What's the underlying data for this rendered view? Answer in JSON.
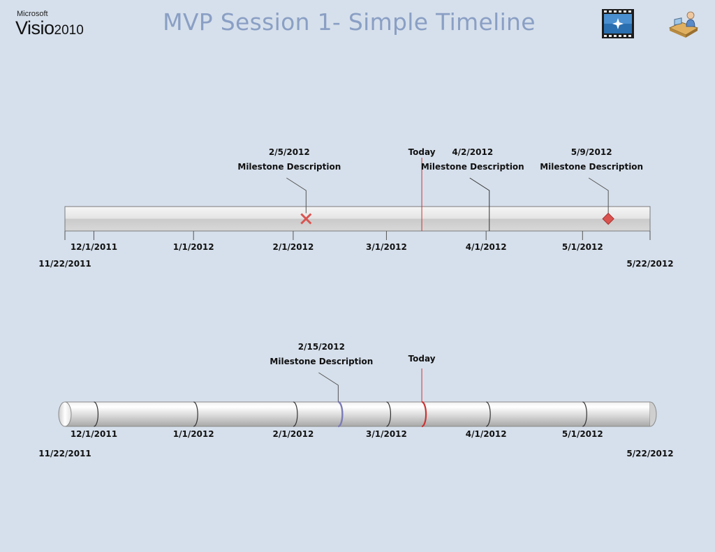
{
  "header": {
    "logo_brand": "Microsoft",
    "logo_product": "Visio",
    "logo_version": "2010",
    "title": "MVP Session 1- Simple Timeline",
    "icons": [
      "film-strip-icon",
      "presenter-icon"
    ]
  },
  "timelines": [
    {
      "style": "block",
      "start_label": "11/22/2011",
      "end_label": "5/22/2012",
      "start": "2011-11-22",
      "end": "2012-05-22",
      "ticks": [
        {
          "date": "2011-12-01",
          "label": "12/1/2011"
        },
        {
          "date": "2012-01-01",
          "label": "1/1/2012"
        },
        {
          "date": "2012-02-01",
          "label": "2/1/2012"
        },
        {
          "date": "2012-03-01",
          "label": "3/1/2012"
        },
        {
          "date": "2012-04-01",
          "label": "4/1/2012"
        },
        {
          "date": "2012-05-01",
          "label": "5/1/2012"
        }
      ],
      "today": {
        "date": "2012-03-12",
        "label": "Today"
      },
      "milestones": [
        {
          "date": "2012-02-05",
          "label": "2/5/2012",
          "description": "Milestone Description",
          "marker": "x"
        },
        {
          "date": "2012-04-02",
          "label": "4/2/2012",
          "description": "Milestone Description",
          "marker": "line"
        },
        {
          "date": "2012-05-09",
          "label": "5/9/2012",
          "description": "Milestone Description",
          "marker": "diamond"
        }
      ]
    },
    {
      "style": "cylinder",
      "start_label": "11/22/2011",
      "end_label": "5/22/2012",
      "start": "2011-11-22",
      "end": "2012-05-22",
      "ticks": [
        {
          "date": "2011-12-01",
          "label": "12/1/2011"
        },
        {
          "date": "2012-01-01",
          "label": "1/1/2012"
        },
        {
          "date": "2012-02-01",
          "label": "2/1/2012"
        },
        {
          "date": "2012-03-01",
          "label": "3/1/2012"
        },
        {
          "date": "2012-04-01",
          "label": "4/1/2012"
        },
        {
          "date": "2012-05-01",
          "label": "5/1/2012"
        }
      ],
      "today": {
        "date": "2012-03-12",
        "label": "Today"
      },
      "milestones": [
        {
          "date": "2012-02-15",
          "label": "2/15/2012",
          "description": "Milestone Description",
          "marker": "ring"
        }
      ]
    }
  ],
  "colors": {
    "background": "#d6e0ec",
    "title": "#8a9fc4",
    "today_line": "#cc3333",
    "milestone_marker": "#d9534f",
    "ring_marker": "#7b7bb8"
  }
}
